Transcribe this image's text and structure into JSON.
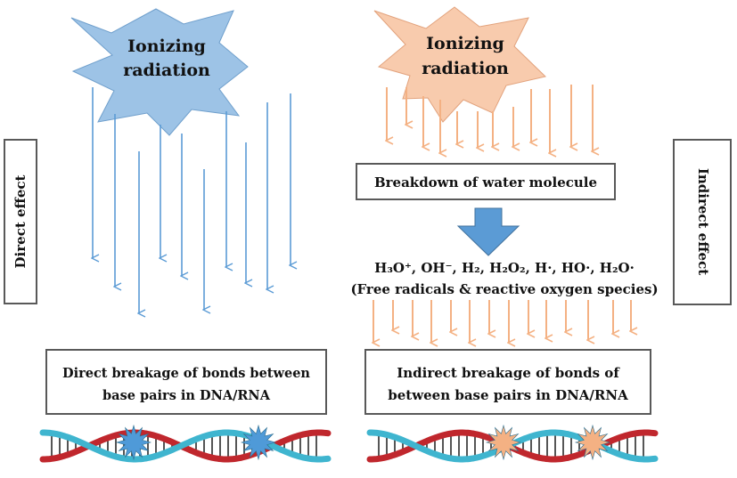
{
  "left": {
    "source": {
      "line1": "Ionizing",
      "line2": "radiation"
    },
    "side_label": "Direct effect",
    "result": {
      "line1": "Direct breakage of bonds between",
      "line2": "base pairs in DNA/RNA"
    }
  },
  "right": {
    "source": {
      "line1": "Ionizing",
      "line2": "radiation"
    },
    "process_label": "Breakdown of water molecule",
    "products": {
      "h3o": "H₃O⁺",
      "oh": "OH⁻",
      "h2": "H₂",
      "h2o2": "H₂O₂",
      "h": "H·",
      "ho": "HO·",
      "h2o": "H₂O·",
      "note": "(Free radicals & reactive oxygen species)"
    },
    "side_label": "Indirect effect",
    "result": {
      "line1": "Indirect breakage of bonds of",
      "line2": "between base pairs in DNA/RNA"
    }
  },
  "colors": {
    "left_star": "#9dc3e6",
    "left_arrow": "#5b9bd5",
    "right_star": "#f8cbad",
    "right_arrow": "#f4b183",
    "big_arrow": "#5b9bd5",
    "dna_red": "#c0272d",
    "dna_blue": "#3fb5cf",
    "dna_rungs": "#2b2b2b",
    "burst_blue": "#4f9ad8",
    "burst_orange": "#f4b183",
    "box_border": "#595959"
  }
}
